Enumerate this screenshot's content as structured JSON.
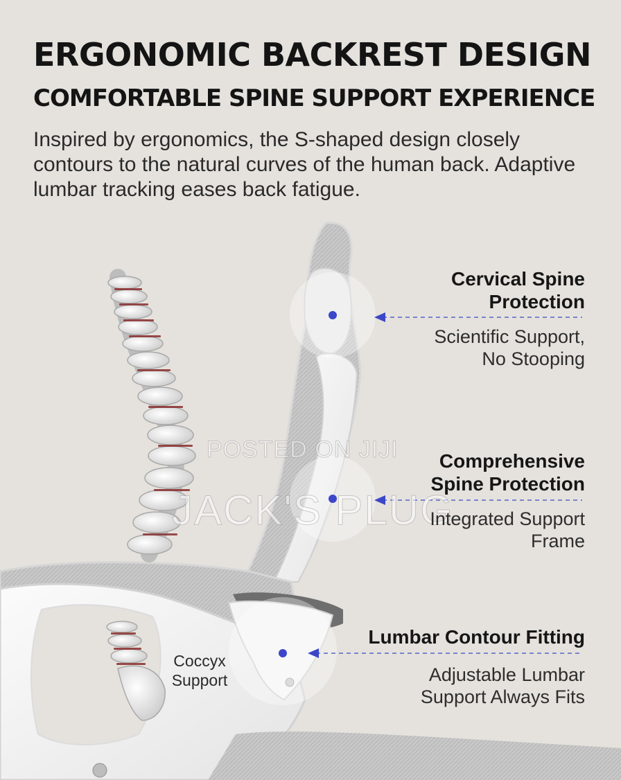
{
  "header": {
    "title": "ERGONOMIC BACKREST DESIGN",
    "subtitle": "COMFORTABLE SPINE SUPPORT EXPERIENCE",
    "description": "Inspired by ergonomics, the S-shaped design closely contours to the natural curves of the human back. Adaptive lumbar tracking eases back fatigue."
  },
  "features": [
    {
      "heading_lines": [
        "Cervical Spine",
        "Protection"
      ],
      "sub_lines": [
        "Scientific Support,",
        "No Stooping"
      ]
    },
    {
      "heading_lines": [
        "Comprehensive",
        "Spine Protection"
      ],
      "sub_lines": [
        "Integrated Support",
        "Frame"
      ]
    },
    {
      "heading_lines": [
        "Lumbar Contour Fitting"
      ],
      "sub_lines": [
        "Adjustable Lumbar",
        "Support Always Fits"
      ]
    }
  ],
  "coccyx_label": [
    "Coccyx",
    "Support"
  ],
  "watermark": {
    "line1": "POSTED ON JIJI",
    "line2": "JACK'S PLUG"
  },
  "colors": {
    "background": "#e5e2dd",
    "marker": "#3b46c9",
    "pointer_line": "#5a63c8",
    "vertebra_accent": "#8a2f2f"
  },
  "icons": [
    "spine-illustration",
    "chair-backrest-illustration",
    "marker-dot-icon",
    "arrowhead-icon"
  ]
}
